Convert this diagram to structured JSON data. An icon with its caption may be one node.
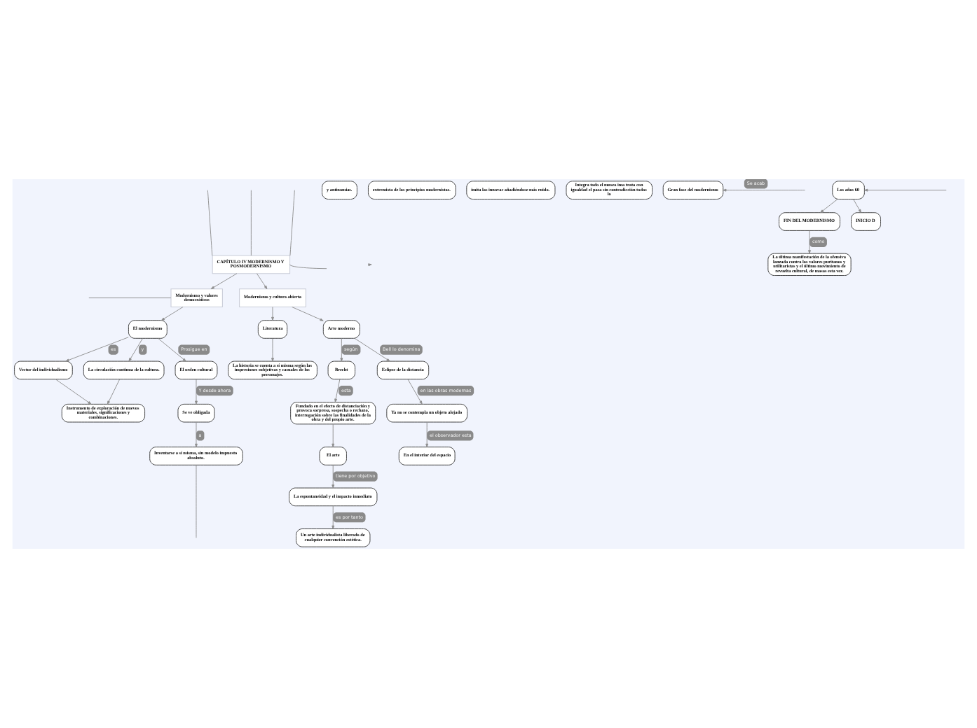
{
  "diagram": {
    "nodes": [
      {
        "text": [
          "CAPÍTULO IV MODERNISMO Y POSMODERNISMO"
        ]
      },
      {
        "text": [
          "y antinomias."
        ]
      },
      {
        "text": [
          "extremista de los principios modernistas."
        ]
      },
      {
        "text": [
          "imita las innovac añadiéndose más ruido."
        ]
      },
      {
        "text": [
          "Integra todo el museo ima trata con igualdad el pasa sin contradicción todos lo"
        ]
      },
      {
        "text": [
          "Modernismo y valores democráticos"
        ]
      },
      {
        "text": [
          "El modernismo"
        ]
      },
      {
        "text": [
          "Vector del individualismo"
        ]
      },
      {
        "text": [
          "La circulación continua de la cultura."
        ]
      },
      {
        "text": [
          "Instrumento de exploración de nuevos materiales, significaciones y combinaciones."
        ]
      },
      {
        "text": [
          "El orden cultural"
        ]
      },
      {
        "text": [
          "Se ve obligada"
        ]
      },
      {
        "text": [
          "Inventarse a sí misma, sin modelo impuesto absoluto."
        ]
      },
      {
        "text": [
          "Modernismo y cultura abierta"
        ]
      },
      {
        "text": [
          "Literatura"
        ]
      },
      {
        "text": [
          "La historia se cuenta a sí misma según las impresiones subjetivas y casuales de los personajes."
        ]
      },
      {
        "text": [
          "Arte moderno"
        ]
      },
      {
        "text": [
          "Brecht"
        ]
      },
      {
        "text": [
          "Fundado en el efecto de distanciación y provoca sorpresa, sospecha o rechazo, interrogación sobre las finalidades de la obra y del propio arte."
        ]
      },
      {
        "text": [
          "El arte"
        ]
      },
      {
        "text": [
          "La espontaneidad y el impacto inmediato"
        ]
      },
      {
        "text": [
          "Un arte individualista liberado de cualquier convención estética."
        ]
      },
      {
        "text": [
          "Eclipse de la distancia"
        ]
      },
      {
        "text": [
          "Ya no se contempla un objeto alejado"
        ]
      },
      {
        "text": [
          "En el interior del espacio"
        ]
      },
      {
        "text": [
          "Gran fase del modernismo"
        ]
      },
      {
        "text": [
          "Los años 60"
        ]
      },
      {
        "text": [
          "FIN DEL MODERNISMO"
        ]
      },
      {
        "text": [
          "La última manifestación de la ofensiva lanzada contra los valores puritanos y utilitaristas y el último movimiento de revuelta cultural, de masas esta vez."
        ]
      },
      {
        "text": [
          "INICIO D"
        ]
      }
    ],
    "edges": [
      {
        "from": 0,
        "to": null,
        "arrow": "none"
      },
      {
        "from": 0,
        "to": null,
        "arrow": "none"
      },
      {
        "from": 0,
        "to": null,
        "arrow": "none"
      },
      {
        "from": 0,
        "to": 5,
        "arrow": "to"
      },
      {
        "from": 0,
        "to": 13,
        "arrow": "to"
      },
      {
        "from": 0,
        "to": null,
        "arrow": "none"
      },
      {
        "from": null,
        "to": 25,
        "arrow": "to",
        "label": "Se acab"
      },
      {
        "from": 5,
        "to": null,
        "arrow": "none"
      },
      {
        "from": 5,
        "to": 6,
        "arrow": "to"
      },
      {
        "from": 6,
        "to": 7,
        "arrow": "to",
        "label": "es"
      },
      {
        "from": 6,
        "to": 8,
        "arrow": "to",
        "label": "y"
      },
      {
        "from": 7,
        "to": 9,
        "arrow": "to"
      },
      {
        "from": 8,
        "to": 9,
        "arrow": "to"
      },
      {
        "from": 13,
        "to": 14,
        "arrow": "to"
      },
      {
        "from": 13,
        "to": 16,
        "arrow": "to"
      },
      {
        "from": 14,
        "to": 15,
        "arrow": "to"
      },
      {
        "from": 6,
        "to": 10,
        "arrow": "to",
        "label": "Prosigue en"
      },
      {
        "from": 16,
        "to": 17,
        "arrow": "to",
        "label": "según"
      },
      {
        "from": 10,
        "to": 11,
        "arrow": "to",
        "label": "Y desde ahora"
      },
      {
        "from": 17,
        "to": 18,
        "arrow": "to",
        "label": "esta"
      },
      {
        "from": 16,
        "to": 22,
        "arrow": "to",
        "label": "Bell lo denomina"
      },
      {
        "from": 22,
        "to": 23,
        "arrow": "to",
        "label": "en las obras modernas"
      },
      {
        "from": 11,
        "to": 12,
        "arrow": "to",
        "label": "a"
      },
      {
        "from": 18,
        "to": 19,
        "arrow": "to"
      },
      {
        "from": 12,
        "to": null,
        "arrow": "none"
      },
      {
        "from": 23,
        "to": 24,
        "arrow": "to",
        "label": "el observador esta"
      },
      {
        "from": 19,
        "to": 20,
        "arrow": "to",
        "label": "tiene por objetivo"
      },
      {
        "from": null,
        "to": 26,
        "arrow": "to"
      },
      {
        "from": 26,
        "to": 27,
        "arrow": "to"
      },
      {
        "from": 27,
        "to": 28,
        "arrow": "to",
        "label": "como"
      },
      {
        "from": 26,
        "to": 29,
        "arrow": "to"
      },
      {
        "from": 20,
        "to": 21,
        "arrow": "to",
        "label": "es por tanto"
      }
    ]
  }
}
